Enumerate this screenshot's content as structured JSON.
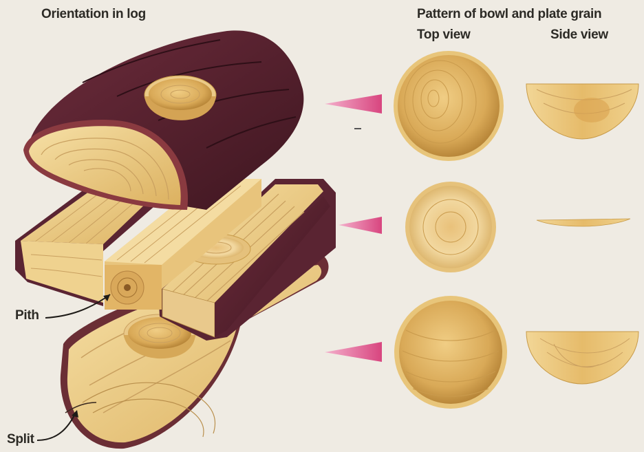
{
  "labels": {
    "left_heading": "Orientation in log",
    "right_heading": "Pattern of bowl and plate grain",
    "top_view": "Top view",
    "side_view": "Side view",
    "pith": "Pith",
    "split": "Split"
  },
  "colors": {
    "background": "#efebe3",
    "bark": "#5a2432",
    "wood_light": "#f3d99a",
    "wood_mid": "#e4bd6a",
    "wood_dark": "#c79a48",
    "grain": "#c9a060",
    "pointer": "#e0659a",
    "text": "#2c2a25"
  },
  "rows": [
    {
      "name": "bowl-from-half-log",
      "top_view": "round-bowl-grain",
      "side_view": "deep-bowl-profile"
    },
    {
      "name": "plate-from-plank",
      "top_view": "plate-grain",
      "side_view": "flat-plate-profile"
    },
    {
      "name": "bowl-from-bottom-slab",
      "top_view": "round-bowl-grain",
      "side_view": "deep-bowl-profile"
    }
  ]
}
